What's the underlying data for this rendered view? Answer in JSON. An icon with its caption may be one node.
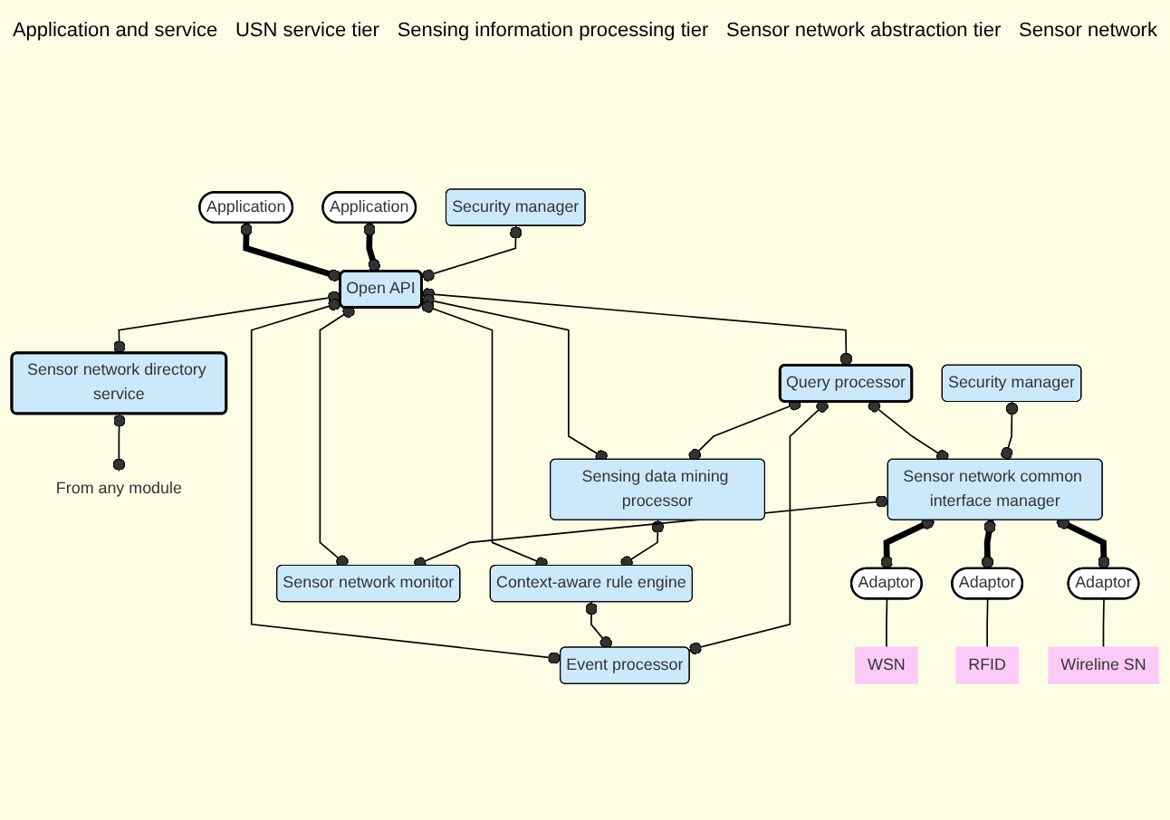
{
  "diagram": {
    "nodes": [
      {
        "text": [
          "Application"
        ]
      },
      {
        "text": [
          "Application"
        ]
      },
      {
        "text": [
          "Security manager"
        ]
      },
      {
        "text": [
          "Open API"
        ]
      },
      {
        "text": [
          "Sensor network directory service"
        ]
      },
      {
        "text": [
          "From any module"
        ]
      },
      {
        "text": [
          "Query processor"
        ]
      },
      {
        "text": [
          "Sensing data mining processor"
        ]
      },
      {
        "text": [
          "Context-aware rule engine"
        ]
      },
      {
        "text": [
          "Event processor"
        ]
      },
      {
        "text": [
          "Security manager"
        ]
      },
      {
        "text": [
          "Sensor network common interface manager"
        ]
      },
      {
        "text": [
          "Sensor network monitor"
        ]
      },
      {
        "text": [
          "Adaptor"
        ]
      },
      {
        "text": [
          "Adaptor"
        ]
      },
      {
        "text": [
          "Adaptor"
        ]
      },
      {
        "text": [
          "WSN"
        ]
      },
      {
        "text": [
          "RFID"
        ]
      },
      {
        "text": [
          "Wireline SN"
        ]
      }
    ],
    "edges": [
      {
        "from": 0,
        "to": 3,
        "arrow": "other",
        "style": "thick"
      },
      {
        "from": 1,
        "to": 3,
        "arrow": "other",
        "style": "thick"
      },
      {
        "from": 2,
        "to": 3,
        "arrow": "other"
      },
      {
        "from": 3,
        "to": 4,
        "arrow": "other"
      },
      {
        "from": 4,
        "to": 5,
        "arrow": "other"
      },
      {
        "from": 3,
        "to": 6,
        "arrow": "other"
      },
      {
        "from": 3,
        "to": 7,
        "arrow": "other"
      },
      {
        "from": 3,
        "to": 8,
        "arrow": "other"
      },
      {
        "from": 3,
        "to": 9,
        "arrow": "other"
      },
      {
        "from": 3,
        "to": 12,
        "arrow": "other"
      },
      {
        "from": 6,
        "to": 7,
        "arrow": "other"
      },
      {
        "from": 7,
        "to": 8,
        "arrow": "other"
      },
      {
        "from": 8,
        "to": 9,
        "arrow": "other"
      },
      {
        "from": 6,
        "to": 9,
        "arrow": "other"
      },
      {
        "from": 6,
        "to": 11,
        "arrow": "other"
      },
      {
        "from": 10,
        "to": 11,
        "arrow": "other"
      },
      {
        "from": 11,
        "to": 12,
        "arrow": "other"
      },
      {
        "from": 11,
        "to": 13,
        "arrow": "other",
        "style": "thick"
      },
      {
        "from": 11,
        "to": 14,
        "arrow": "other",
        "style": "thick"
      },
      {
        "from": 11,
        "to": 15,
        "arrow": "other",
        "style": "thick"
      },
      {
        "from": 13,
        "to": 16,
        "arrow": "none"
      },
      {
        "from": 14,
        "to": 17,
        "arrow": "none"
      },
      {
        "from": 15,
        "to": 18,
        "arrow": "none"
      }
    ],
    "labels": [
      "Application and service",
      "USN service tier",
      "Sensing information processing tier",
      "Sensor network abstraction tier",
      "Sensor network"
    ]
  }
}
